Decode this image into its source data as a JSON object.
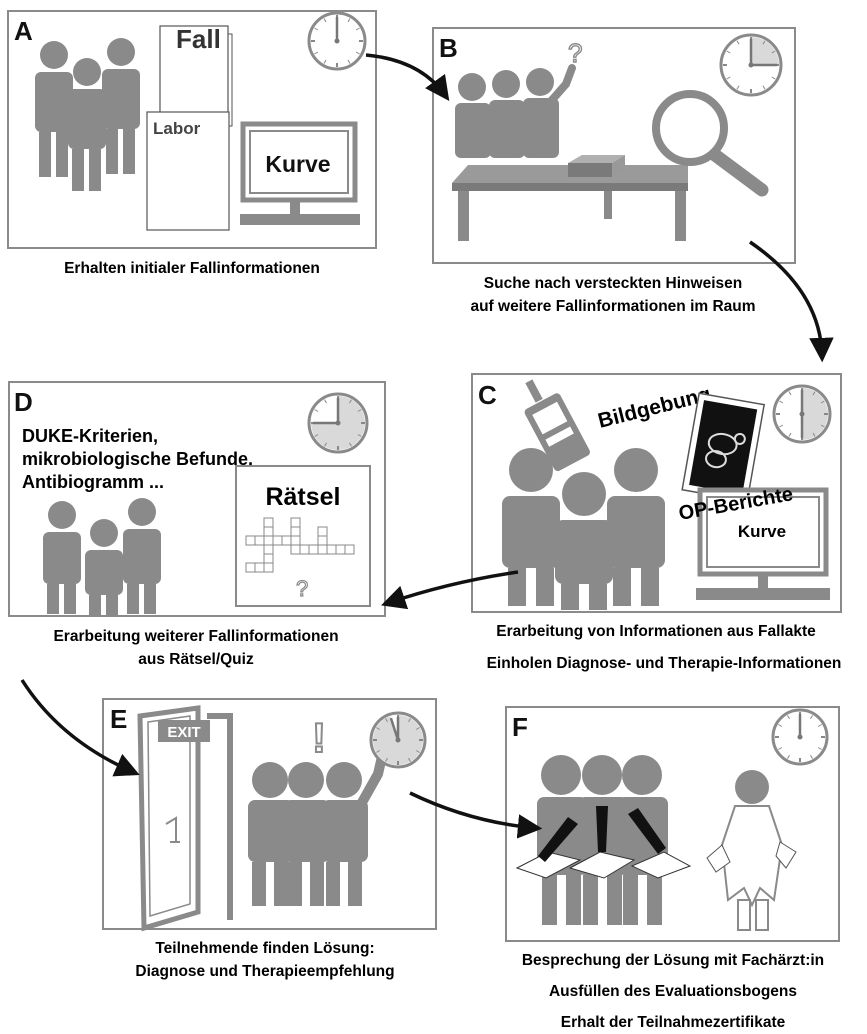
{
  "panels": {
    "A": {
      "label": "A",
      "items": {
        "fall": "Fall",
        "labor": "Labor",
        "kurve": "Kurve"
      },
      "caption": [
        "Erhalten initialer Fallinformationen"
      ]
    },
    "B": {
      "label": "B",
      "question": "?",
      "caption": [
        "Suche nach versteckten Hinweisen",
        "auf weitere Fallinformationen im Raum"
      ]
    },
    "C": {
      "label": "C",
      "items": {
        "bildgebung": "Bildgebung",
        "op_berichte": "OP-Berichte",
        "kurve": "Kurve"
      },
      "caption": [
        "Erarbeitung von Informationen aus Fallakte",
        "Einholen Diagnose- und Therapie-Informationen"
      ]
    },
    "D": {
      "label": "D",
      "text_lines": [
        "DUKE-Kriterien,",
        "mikrobiologische Befunde,",
        "Antibiogramm ..."
      ],
      "puzzle_title": "Rätsel",
      "question": "?",
      "caption": [
        "Erarbeitung weiterer Fallinformationen",
        "aus Rätsel/Quiz"
      ]
    },
    "E": {
      "label": "E",
      "exit_sign": "EXIT",
      "exclamation": "!",
      "caption": [
        "Teilnehmende finden Lösung:",
        "Diagnose und Therapieempfehlung"
      ]
    },
    "F": {
      "label": "F",
      "caption": [
        "Besprechung der Lösung mit Fachärzt:in",
        "Ausfüllen des Evaluationsbogens",
        "Erhalt der Teilnahmezertifikate"
      ]
    }
  },
  "clock_elapsed_fraction": {
    "A": 0.0,
    "B": 0.25,
    "C": 0.5,
    "D": 0.75,
    "E": 0.95,
    "F": 0.0
  },
  "colors": {
    "figure": "#8a8a8a",
    "border": "#8a8a8a",
    "clock_fill": "#d9d9d9",
    "arrow": "#111111",
    "background": "#ffffff"
  }
}
